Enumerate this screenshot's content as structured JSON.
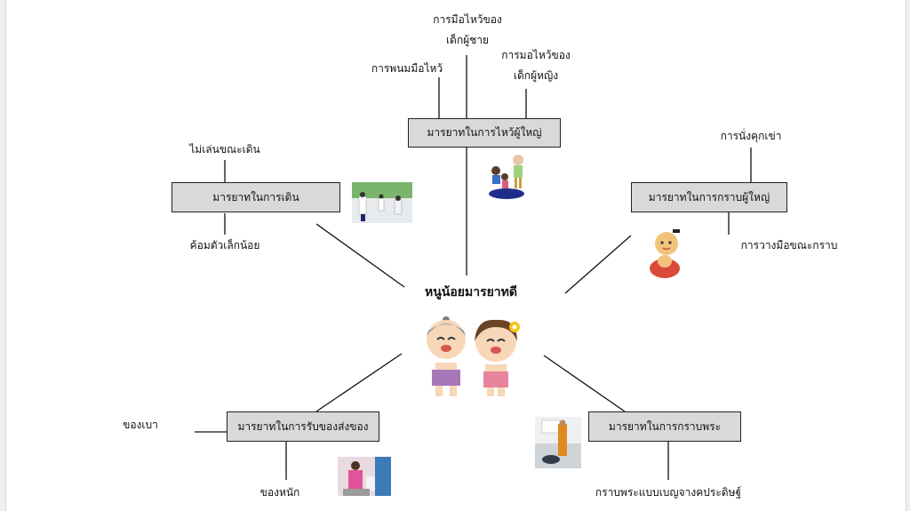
{
  "center_title": "หนูน้อยมารยาทดี",
  "nodes": {
    "wai": {
      "label": "มารยาทในการไหว้ผู้ใหญ่",
      "sub1": "การพนมมือไหว้",
      "sub2_line1": "การมือไหว้ของ",
      "sub2_line2": "เด็กผู้ชาย",
      "sub3_line1": "การมอไหว้ของ",
      "sub3_line2": "เด็กผู้หญิง"
    },
    "walk": {
      "label": "มารยาทในการเดิน",
      "sub1": "ไม่เล่นขณะเดิน",
      "sub2": "ค้อมตัวเล็กน้อย"
    },
    "bow_elder": {
      "label": "มารยาทในการกราบผู้ใหญ่",
      "sub1": "การนั่งคุกเข่า",
      "sub2": "การวางมือขณะกราบ"
    },
    "give": {
      "label": "มารยาทในการรับของส่งของ",
      "sub1": "ของเบา",
      "sub2": "ของหนัก"
    },
    "bow_monk": {
      "label": "มารยาทในการกราบพระ",
      "sub1": "กราบพระแบบเบญจางคประดิษฐ์"
    }
  },
  "colors": {
    "box_fill": "#d9d9d9",
    "line": "#111111",
    "background": "#ffffff"
  }
}
